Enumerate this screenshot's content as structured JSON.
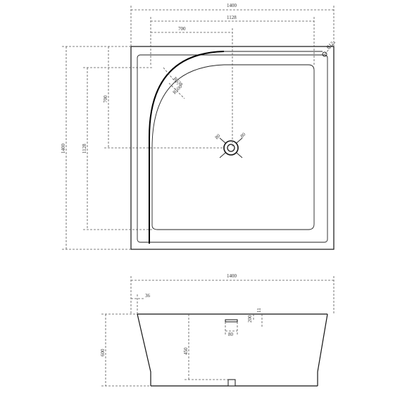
{
  "top_view": {
    "overall_width": "1400",
    "inner_width": "1128",
    "curve_width": "700",
    "overall_height": "1400",
    "inner_height": "1128",
    "curve_height": "700",
    "corner_radius": "R12",
    "outer_radius": "R638",
    "inner_radius": "R500",
    "drain_left": "80",
    "drain_right": "80"
  },
  "side_view": {
    "overall_width": "1400",
    "rim_thickness": "36",
    "overall_height": "600",
    "inner_depth": "450",
    "overflow_height": "200",
    "overflow_small": "11",
    "overflow_width": "80"
  },
  "colors": {
    "line": "#111111",
    "dimension": "#555555"
  }
}
